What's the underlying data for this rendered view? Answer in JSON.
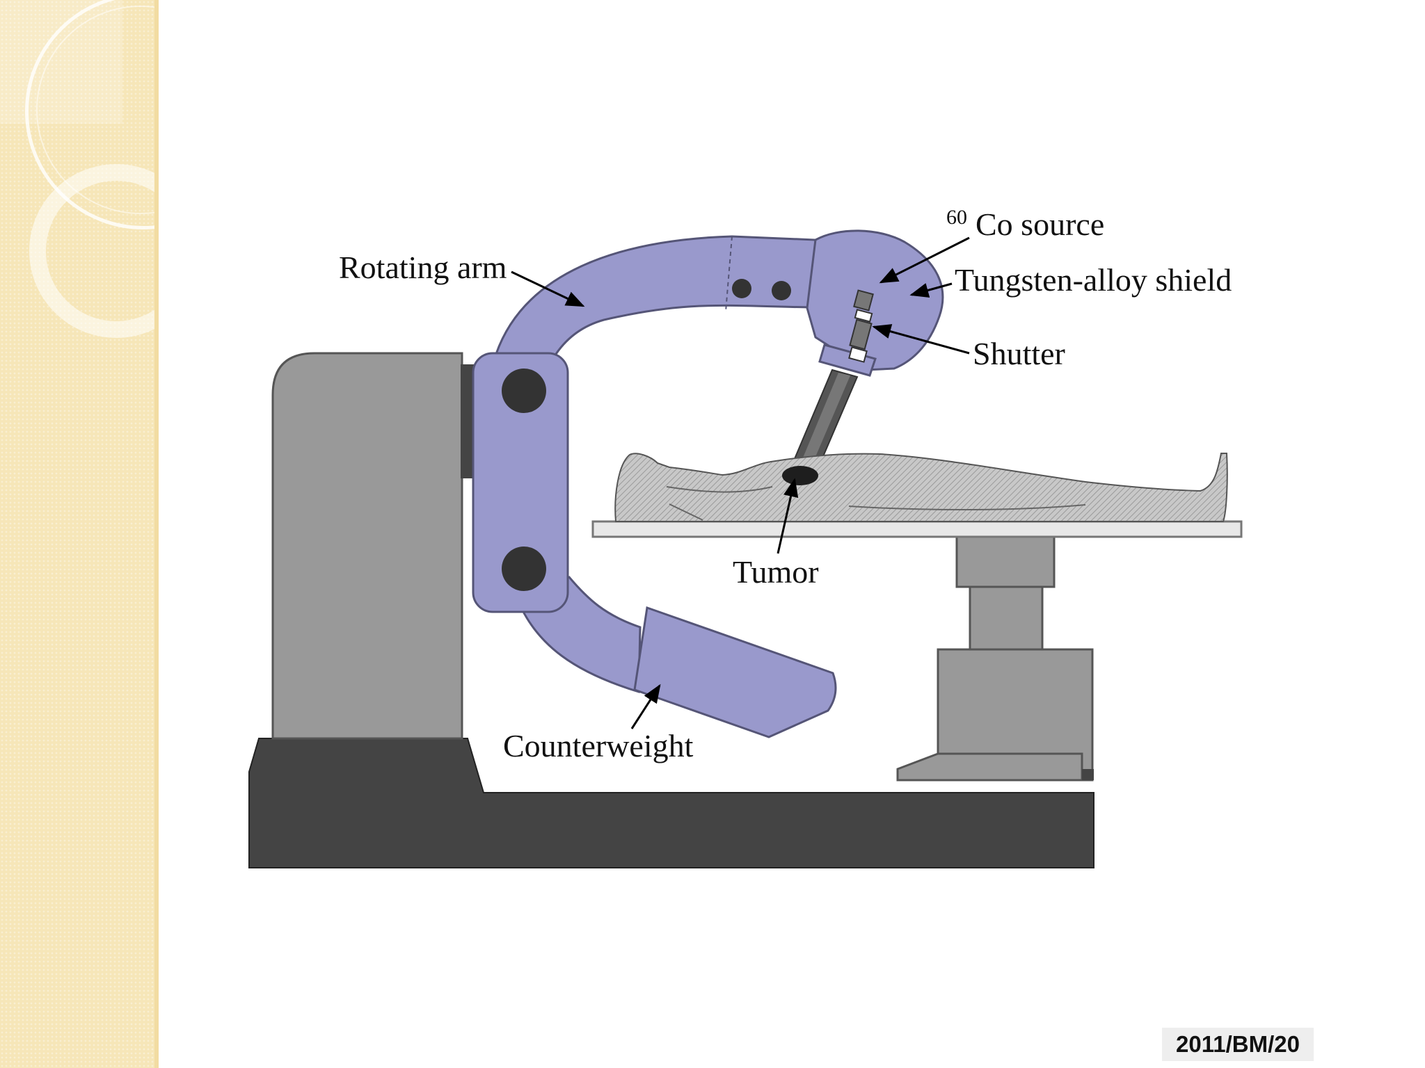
{
  "diagram": {
    "labels": {
      "rotating_arm": "Rotating arm",
      "source_sup": "60",
      "source": "Co source",
      "shield": "Tungsten-alloy shield",
      "shutter": "Shutter",
      "tumor": "Tumor",
      "counterweight": "Counterweight"
    }
  },
  "footer": {
    "code": "2011/BM/20"
  },
  "colors": {
    "arm": "#9999cc",
    "stand": "#999999",
    "base": "#444444",
    "background_panel": "#f6e6b8"
  }
}
